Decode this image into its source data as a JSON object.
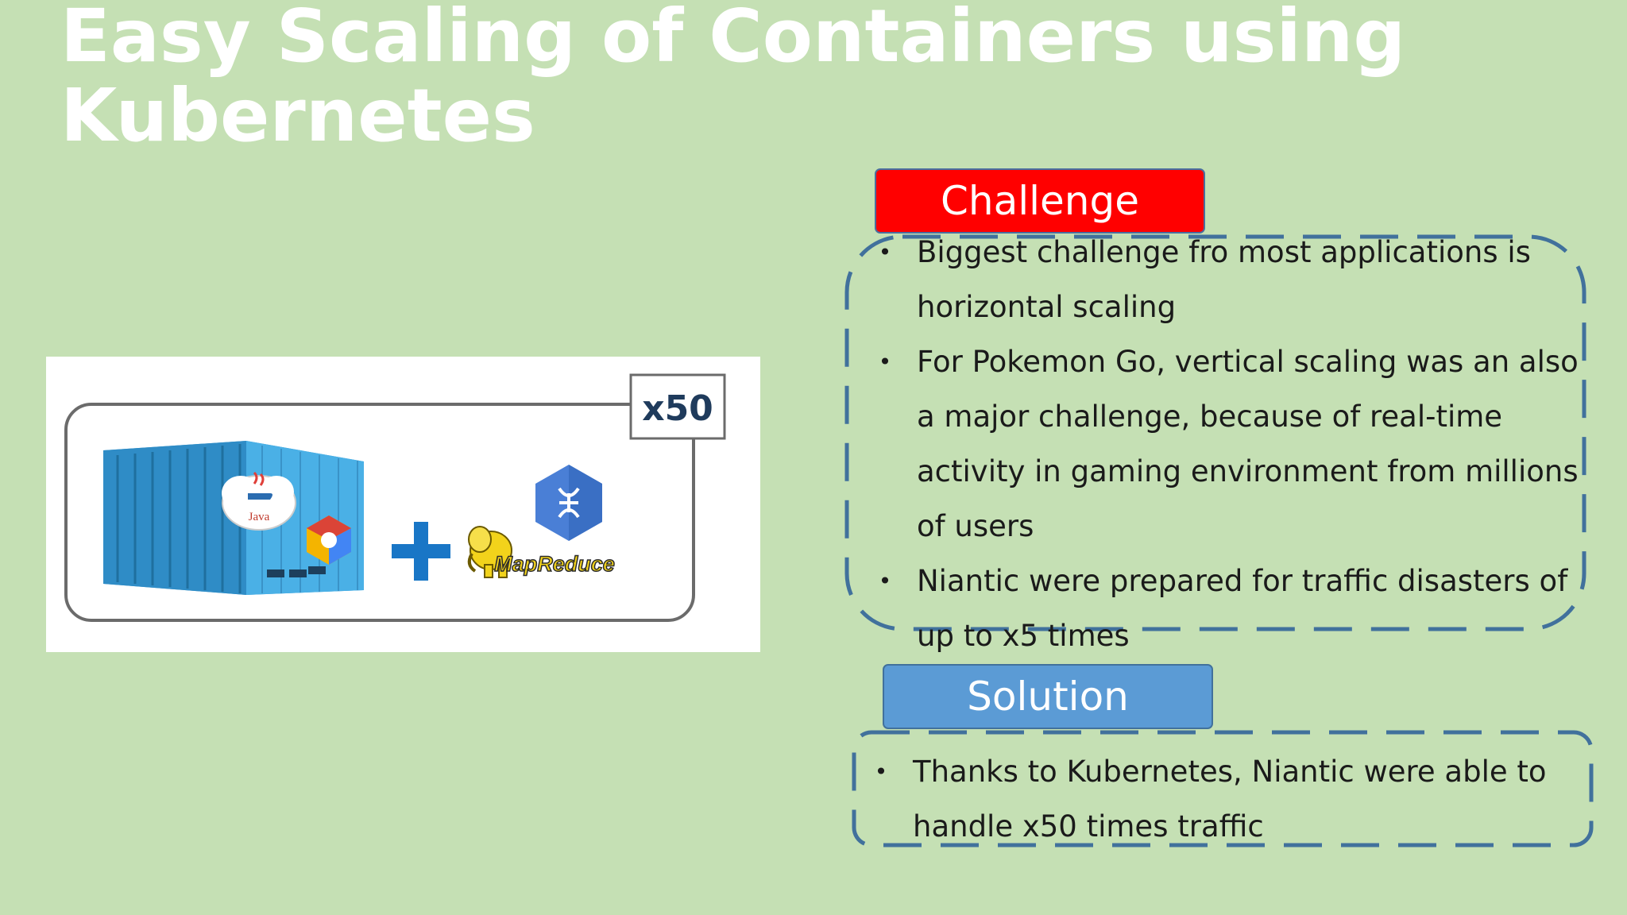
{
  "title": "Easy Scaling of Containers using Kubernetes",
  "illustration": {
    "multiplier_label": "x50",
    "java_label": "Java",
    "mapreduce_label": "MapReduce",
    "icons": [
      "shipping-container-icon",
      "java-cloud-icon",
      "google-cloud-icon",
      "plus-icon",
      "kubernetes-hexagon-icon",
      "hadoop-elephant-icon"
    ]
  },
  "challenge": {
    "label": "Challenge",
    "items": [
      "Biggest challenge fro most applications is horizontal scaling",
      "For Pokemon Go, vertical scaling was an also a major challenge, because of real-time activity in gaming environment from millions of users",
      "Niantic were prepared for traffic disasters of up to x5 times"
    ]
  },
  "solution": {
    "label": "Solution",
    "items": [
      "Thanks to Kubernetes, Niantic were able to handle x50 times traffic"
    ]
  },
  "colors": {
    "background": "#c5e0b4",
    "challenge": "#ff0000",
    "solution": "#5b9bd5",
    "frame": "#41719c"
  }
}
